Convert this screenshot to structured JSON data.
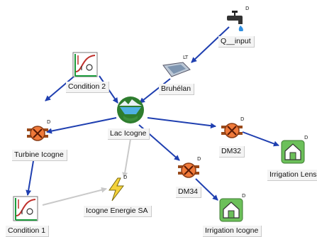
{
  "nodes": {
    "q_input": {
      "label": "Q__input",
      "tag": "D"
    },
    "bruhelan": {
      "label": "Bruhélan",
      "tag": "LT"
    },
    "condition2": {
      "label": "Condition 2",
      "tag": ""
    },
    "lac_icogne": {
      "label": "Lac Icogne",
      "tag": ""
    },
    "turbine_icogne": {
      "label": "Turbine Icogne",
      "tag": "D"
    },
    "dm32": {
      "label": "DM32",
      "tag": "D"
    },
    "irrigation_lens": {
      "label": "Irrigation Lens",
      "tag": "D"
    },
    "dm34": {
      "label": "DM34",
      "tag": "D"
    },
    "icogne_energie_sa": {
      "label": "Icogne Energie SA",
      "tag": "D"
    },
    "condition1": {
      "label": "Condition 1",
      "tag": ""
    },
    "irrigation_icogne": {
      "label": "Irrigation Icogne",
      "tag": "D"
    }
  },
  "colors": {
    "flow_edge": "#1f3fb0",
    "control_edge": "#c9c9c9",
    "valve_fill": "#f07a3a",
    "house_fill": "#6cc05a"
  }
}
